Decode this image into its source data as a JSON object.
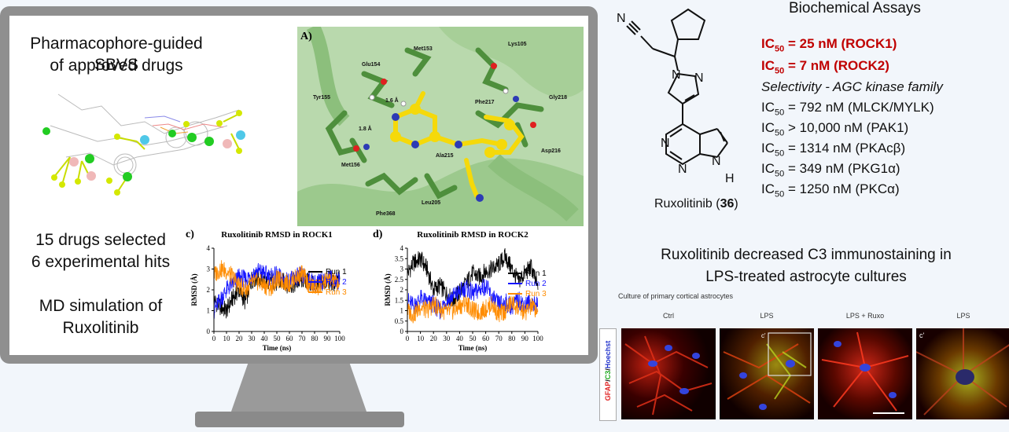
{
  "left": {
    "sbvs_title": "Pharmacophore-guided SBVS",
    "sbvs_subtitle": "of approved drugs",
    "drugs_selected": "15 drugs selected",
    "experimental_hits": "6 experimental hits",
    "md_line1": "MD simulation of",
    "md_line2": "Ruxolitinib"
  },
  "docking": {
    "panel_label": "A)",
    "residues": [
      "Glu154",
      "Met153",
      "Lys105",
      "Tyr155",
      "Phe217",
      "Gly218",
      "Met156",
      "Ala215",
      "Asp216",
      "Phe368",
      "Leu205"
    ],
    "distance_1": "1.6 Å",
    "distance_2": "1.8 Å"
  },
  "colors": {
    "run1": "#000000",
    "run2": "#1515ff",
    "run3": "#ff8c00",
    "ic50_highlight": "#c00000",
    "ligand": "#f5d90a",
    "protein": "#5aa84a"
  },
  "chart_data": [
    {
      "type": "line",
      "panel": "c)",
      "title": "Ruxolitinib RMSD in ROCK1",
      "xlabel": "Time (ns)",
      "ylabel": "RMSD (Å)",
      "xlim": [
        0,
        100
      ],
      "ylim": [
        0,
        4
      ],
      "xticks": [
        0,
        10,
        20,
        30,
        40,
        50,
        60,
        70,
        80,
        90,
        100
      ],
      "yticks": [
        0,
        1,
        2,
        3,
        4
      ],
      "legend_position": "right",
      "series": [
        {
          "name": "Run 1",
          "color": "#000000",
          "x": [
            0,
            5,
            10,
            15,
            20,
            25,
            30,
            35,
            40,
            45,
            50,
            55,
            60,
            65,
            70,
            75,
            80,
            85,
            90,
            95,
            100
          ],
          "y": [
            1.5,
            1.2,
            1.0,
            1.6,
            2.0,
            1.4,
            2.5,
            2.6,
            2.4,
            2.5,
            2.3,
            2.4,
            2.2,
            2.3,
            2.5,
            2.4,
            2.2,
            2.3,
            2.4,
            2.3,
            2.5
          ]
        },
        {
          "name": "Run 2",
          "color": "#1515ff",
          "x": [
            0,
            5,
            10,
            15,
            20,
            25,
            30,
            35,
            40,
            45,
            50,
            55,
            60,
            65,
            70,
            75,
            80,
            85,
            90,
            95,
            100
          ],
          "y": [
            1.0,
            1.5,
            2.0,
            2.3,
            2.6,
            2.5,
            2.7,
            2.9,
            2.8,
            2.6,
            2.7,
            2.5,
            2.4,
            2.6,
            2.7,
            2.5,
            2.3,
            2.4,
            2.6,
            2.5,
            2.4
          ]
        },
        {
          "name": "Run 3",
          "color": "#ff8c00",
          "x": [
            0,
            5,
            10,
            15,
            20,
            25,
            30,
            35,
            40,
            45,
            50,
            55,
            60,
            65,
            70,
            75,
            80,
            85,
            90,
            95,
            100
          ],
          "y": [
            2.7,
            3.0,
            2.9,
            2.6,
            2.2,
            2.0,
            2.3,
            2.4,
            2.2,
            2.1,
            2.5,
            2.4,
            2.3,
            2.6,
            2.8,
            2.3,
            2.1,
            2.2,
            2.5,
            2.4,
            2.3
          ]
        }
      ]
    },
    {
      "type": "line",
      "panel": "d)",
      "title": "Ruxolitinib RMSD in ROCK2",
      "xlabel": "Time (ns)",
      "ylabel": "RMSD (Å)",
      "xlim": [
        0,
        100
      ],
      "ylim": [
        0,
        4
      ],
      "xticks": [
        0,
        10,
        20,
        30,
        40,
        50,
        60,
        70,
        80,
        90,
        100
      ],
      "yticks": [
        0,
        0.5,
        1,
        1.5,
        2,
        2.5,
        3,
        3.5,
        4
      ],
      "legend_position": "right",
      "series": [
        {
          "name": "Run 1",
          "color": "#000000",
          "x": [
            0,
            5,
            10,
            15,
            20,
            25,
            30,
            35,
            40,
            45,
            50,
            55,
            60,
            65,
            70,
            75,
            80,
            85,
            90,
            95,
            100
          ],
          "y": [
            2.8,
            3.3,
            3.5,
            3.0,
            2.0,
            2.2,
            1.8,
            1.5,
            1.9,
            2.3,
            2.8,
            2.6,
            2.9,
            3.0,
            3.2,
            3.6,
            3.0,
            2.4,
            2.8,
            3.1,
            2.0
          ]
        },
        {
          "name": "Run 2",
          "color": "#1515ff",
          "x": [
            0,
            5,
            10,
            15,
            20,
            25,
            30,
            35,
            40,
            45,
            50,
            55,
            60,
            65,
            70,
            75,
            80,
            85,
            90,
            95,
            100
          ],
          "y": [
            1.5,
            1.2,
            1.6,
            1.4,
            1.3,
            1.0,
            1.5,
            1.7,
            1.9,
            2.1,
            1.8,
            2.0,
            2.2,
            1.6,
            1.3,
            1.4,
            1.2,
            1.5,
            1.3,
            1.4,
            1.2
          ]
        },
        {
          "name": "Run 3",
          "color": "#ff8c00",
          "x": [
            0,
            5,
            10,
            15,
            20,
            25,
            30,
            35,
            40,
            45,
            50,
            55,
            60,
            65,
            70,
            75,
            80,
            85,
            90,
            95,
            100
          ],
          "y": [
            1.0,
            0.8,
            1.2,
            1.0,
            1.3,
            1.1,
            0.9,
            1.0,
            1.2,
            1.4,
            1.0,
            0.9,
            1.1,
            1.3,
            0.8,
            1.0,
            1.4,
            1.1,
            0.9,
            1.2,
            1.0
          ]
        }
      ]
    }
  ],
  "structure": {
    "nitrile": "N",
    "ring_n1": "N",
    "ring_n2": "N",
    "pyrimidine_n1": "N",
    "pyrimidine_n2": "N",
    "nh_n": "N",
    "nh_h": "H",
    "name": "Ruxolitinib (",
    "compound_number": "36",
    "name_close": ")"
  },
  "assays": {
    "title": "Biochemical Assays",
    "ic_prefix": "IC",
    "ic_sub": "50",
    "rock1": " = 25 nM (ROCK1)",
    "rock2": " = 7 nM (ROCK2)",
    "selectivity": "Selectivity - AGC kinase family",
    "rows": [
      " = 792 nM (MLCK/MYLK)",
      " > 10,000 nM (PAK1)",
      " = 1314 nM (PKAcβ)",
      " = 349 nM (PKG1α)",
      " = 1250 nM (PKCα)"
    ]
  },
  "immuno": {
    "title_line1": "Ruxolitinib decreased C3 immunostaining in",
    "title_line2": "LPS-treated astrocyte cultures",
    "culture_label": "Culture of primary cortical astrocytes",
    "stain_gfap": "GFAP",
    "stain_sep1": "/",
    "stain_c3": "C3",
    "stain_sep2": "/",
    "stain_hoechst": "Hoechst",
    "panels": [
      "Ctrl",
      "LPS",
      "LPS + Ruxo",
      "LPS"
    ],
    "inset_label": "c'",
    "zoom_label": "c'"
  }
}
